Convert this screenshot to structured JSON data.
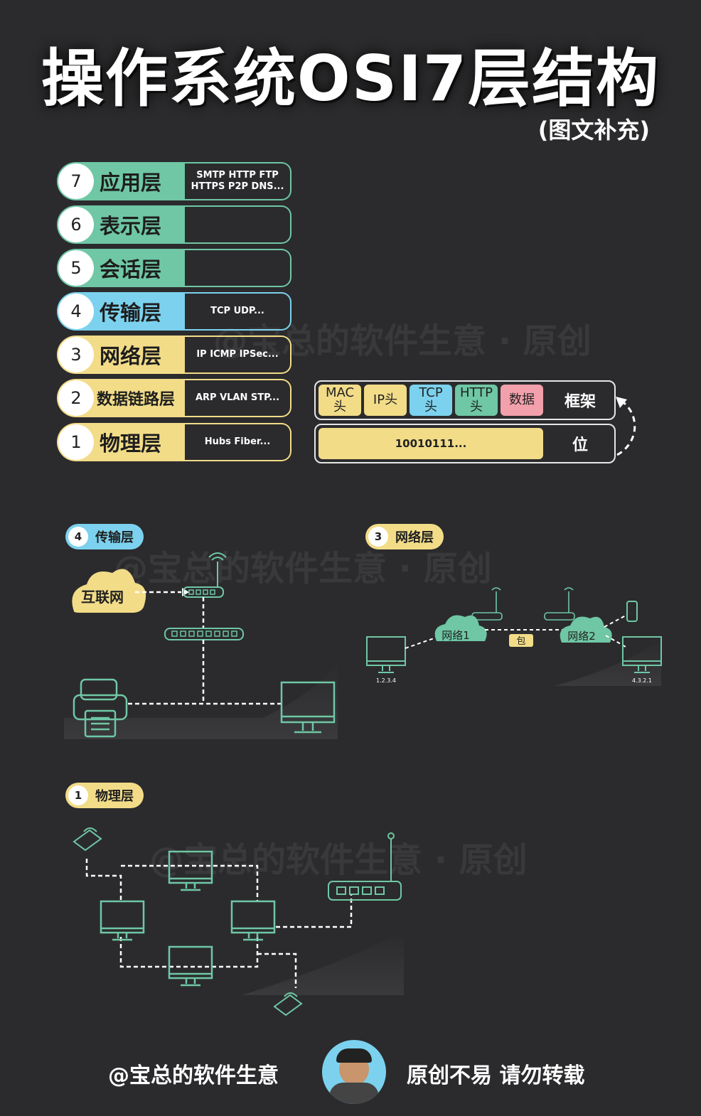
{
  "title": "操作系统OSI7层结构",
  "subtitle": "(图文补充)",
  "watermark": "@宝总的软件生意 · 原创",
  "layers": [
    {
      "num": "7",
      "name": "应用层",
      "protocols": "SMTP HTTP FTP\nHTTPS P2P DNS...",
      "color": "#6fc7a5"
    },
    {
      "num": "6",
      "name": "表示层",
      "protocols": "",
      "color": "#6fc7a5"
    },
    {
      "num": "5",
      "name": "会话层",
      "protocols": "",
      "color": "#6fc7a5"
    },
    {
      "num": "4",
      "name": "传输层",
      "protocols": "TCP UDP...",
      "color": "#7cd2ee"
    },
    {
      "num": "3",
      "name": "网络层",
      "protocols": "IP ICMP IPSec...",
      "color": "#f2dc88"
    },
    {
      "num": "2",
      "name": "数据链路层",
      "protocols": "ARP VLAN STP...",
      "color": "#f2dc88"
    },
    {
      "num": "1",
      "name": "物理层",
      "protocols": "Hubs Fiber...",
      "color": "#f2dc88"
    }
  ],
  "frame": {
    "segments": [
      {
        "label": "MAC\n头",
        "color": "#f2dc88"
      },
      {
        "label": "IP头",
        "color": "#f2dc88"
      },
      {
        "label": "TCP\n头",
        "color": "#7cd2ee"
      },
      {
        "label": "HTTP\n头",
        "color": "#6fc7a5"
      },
      {
        "label": "数据",
        "color": "#f2a0ab"
      }
    ],
    "label": "框架"
  },
  "bits": {
    "value": "10010111...",
    "label": "位",
    "color": "#f2dc88"
  },
  "transport_section": {
    "num": "4",
    "label": "传输层",
    "cloud_label": "互联网"
  },
  "network_section": {
    "num": "3",
    "label": "网络层",
    "net1": "网络1",
    "net2": "网络2",
    "packet": "包",
    "ip_left": "1.2.3.4",
    "ip_right": "4.3.2.1"
  },
  "physical_section": {
    "num": "1",
    "label": "物理层"
  },
  "footer": {
    "left": "@宝总的软件生意",
    "right": "原创不易 请勿转载"
  }
}
